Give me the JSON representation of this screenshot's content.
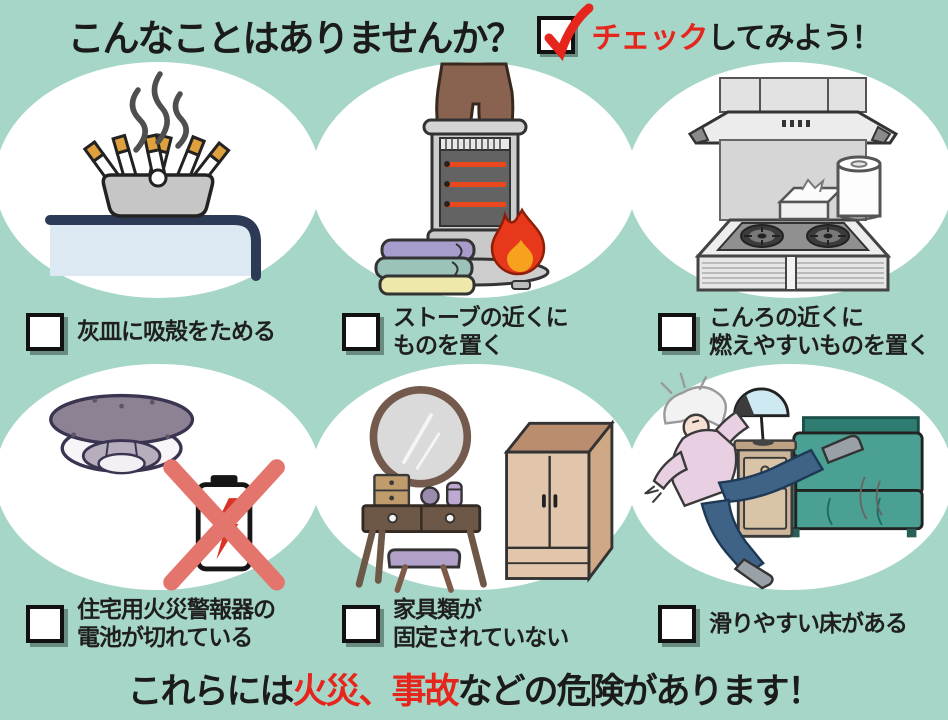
{
  "colors": {
    "background": "#a6d6c8",
    "accent_red": "#e6251c",
    "text_black": "#1b1b1b"
  },
  "header": {
    "title": "こんなことはありませんか？",
    "check_icon": "checkbox-with-red-check-icon",
    "check_word_red": "チェック",
    "check_word_black": "してみよう！"
  },
  "checklist": {
    "items": [
      {
        "id": "ashtray",
        "label": "灰皿に吸殻をためる",
        "illustration": "smoking-ashtray-on-table"
      },
      {
        "id": "stove",
        "label": "ストーブの近くに\nものを置く",
        "illustration": "electric-heater-clothes-flame"
      },
      {
        "id": "konro",
        "label": "こんろの近くに\n燃えやすいものを置く",
        "illustration": "gas-stove-with-flammables"
      },
      {
        "id": "alarm",
        "label": "住宅用火災警報器の\n電池が切れている",
        "illustration": "smoke-detector-dead-battery"
      },
      {
        "id": "furniture",
        "label": "家具類が\n固定されていない",
        "illustration": "unsecured-furniture"
      },
      {
        "id": "floor",
        "label": "滑りやすい床がある",
        "illustration": "person-slipping-on-floor"
      }
    ]
  },
  "footer": {
    "part1": "これらには",
    "part2_red": "火災、事故",
    "part3": "などの危険があります！"
  }
}
